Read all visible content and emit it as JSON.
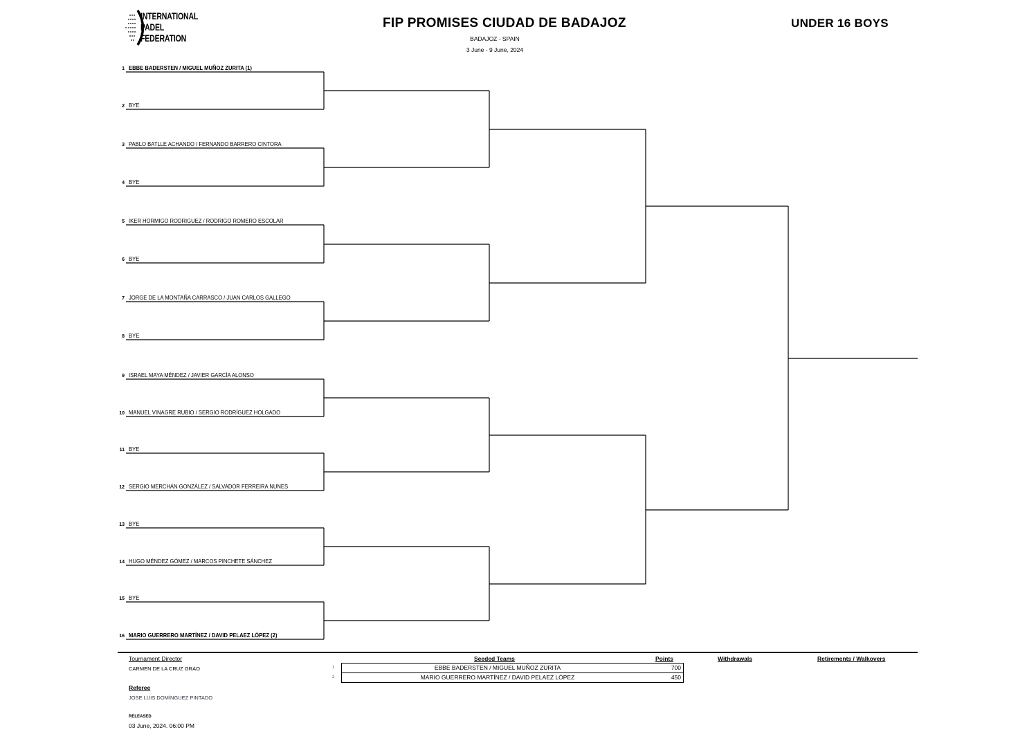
{
  "header": {
    "logo_text": [
      "INTERNATIONAL",
      "PADEL",
      "FEDERATION"
    ],
    "title": "FIP PROMISES CIUDAD DE BADAJOZ",
    "category": "UNDER 16 BOYS",
    "location": "BADAJOZ - SPAIN",
    "dates": "3 June - 9 June, 2024"
  },
  "draw": [
    {
      "num": "1",
      "team": "EBBE BADERSTEN / MIGUEL MUÑOZ ZURITA (1)",
      "seeded": true
    },
    {
      "num": "2",
      "team": "BYE",
      "seeded": false
    },
    {
      "num": "3",
      "team": "PABLO BATLLE ACHANDO / FERNANDO BARRERO CINTORA",
      "seeded": false
    },
    {
      "num": "4",
      "team": "BYE",
      "seeded": false
    },
    {
      "num": "5",
      "team": "IKER HORMIGO RODRIGUEZ / RODRIGO ROMERO ESCOLAR",
      "seeded": false
    },
    {
      "num": "6",
      "team": "BYE",
      "seeded": false
    },
    {
      "num": "7",
      "team": "JORGE DE LA MONTAÑA CARRASCO / JUAN CARLOS GALLEGO",
      "seeded": false
    },
    {
      "num": "8",
      "team": "BYE",
      "seeded": false
    },
    {
      "num": "9",
      "team": "ISRAEL MAYA MÉNDEZ / JAVIER GARCÍA ALONSO",
      "seeded": false
    },
    {
      "num": "10",
      "team": "MANUEL VINAGRE RUBIO / SERGIO RODRÍGUEZ HOLGADO",
      "seeded": false
    },
    {
      "num": "11",
      "team": "BYE",
      "seeded": false
    },
    {
      "num": "12",
      "team": "SERGIO MERCHÁN GONZÁLEZ / SALVADOR FERREIRA NUNES",
      "seeded": false
    },
    {
      "num": "13",
      "team": "BYE",
      "seeded": false
    },
    {
      "num": "14",
      "team": "HUGO MÉNDEZ GÓMEZ / MARCOS PINCHETE SÁNCHEZ",
      "seeded": false
    },
    {
      "num": "15",
      "team": "BYE",
      "seeded": false
    },
    {
      "num": "16",
      "team": "MARIO GUERRERO MARTÍNEZ / DAVID PELAEZ LÓPEZ (2)",
      "seeded": true
    }
  ],
  "footer": {
    "director_label": "Tournament Director",
    "director_name": "CARMEN DE LA CRUZ GRAO",
    "referee_label": "Referee",
    "referee_name": "JOSE LUIS DOMÍNGUEZ PINTADO",
    "released_label": "RELEASED",
    "released_date": "03 June, 2024. 06:00 PM",
    "seeded_label": "Seeded Teams",
    "points_label": "Points",
    "withdrawals_label": "Withdrawals",
    "retirements_label": "Retirements / Walkovers",
    "seeded_teams": [
      {
        "idx": "1",
        "team": "EBBE BADERSTEN / MIGUEL MUÑOZ ZURITA",
        "points": "700"
      },
      {
        "idx": "2",
        "team": "MARIO GUERRERO MARTÍNEZ / DAVID PELAEZ LÓPEZ",
        "points": "450"
      }
    ]
  }
}
